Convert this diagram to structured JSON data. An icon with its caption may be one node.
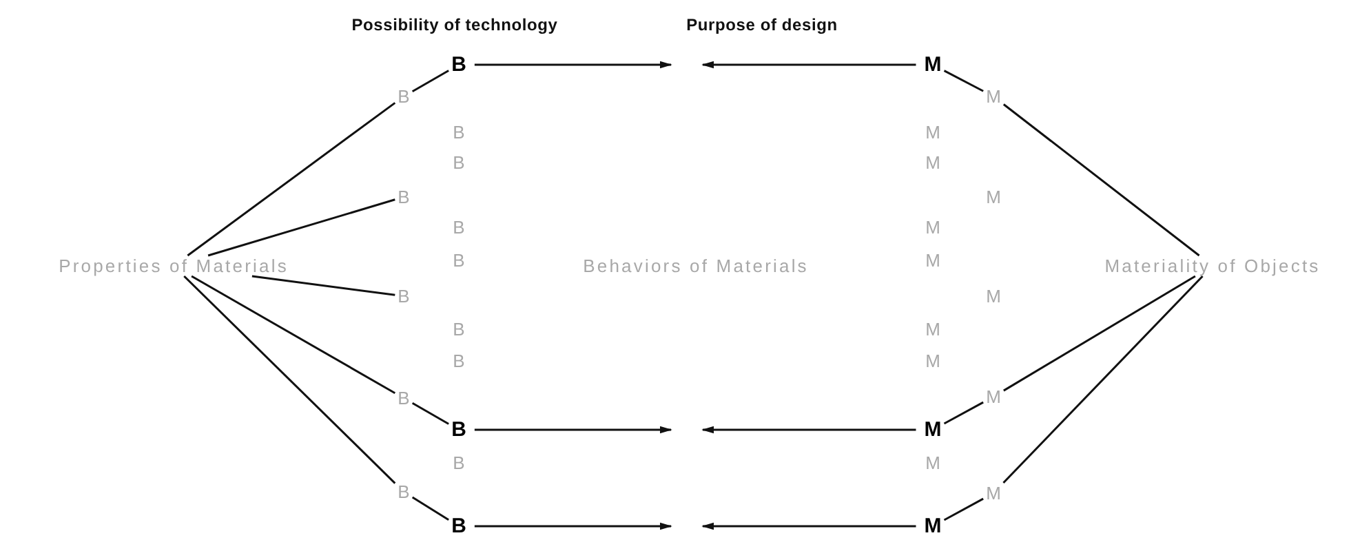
{
  "diagram": {
    "nodes": [
      {
        "text": [
          "Properties of Materials"
        ]
      },
      {
        "text": [
          "B"
        ]
      },
      {
        "text": [
          "B"
        ]
      },
      {
        "text": [
          "B"
        ]
      },
      {
        "text": [
          "B"
        ]
      },
      {
        "text": [
          "B"
        ]
      },
      {
        "text": [
          "B"
        ]
      },
      {
        "text": [
          "B"
        ]
      },
      {
        "text": [
          "B"
        ]
      },
      {
        "text": [
          "B"
        ]
      },
      {
        "text": [
          "B"
        ]
      },
      {
        "text": [
          "B"
        ]
      },
      {
        "text": [
          "B"
        ]
      },
      {
        "text": [
          "B"
        ]
      },
      {
        "text": [
          "B"
        ]
      },
      {
        "text": [
          "B"
        ]
      },
      {
        "text": [
          "Behaviors of Materials"
        ]
      },
      {
        "text": [
          "M"
        ]
      },
      {
        "text": [
          "M"
        ]
      },
      {
        "text": [
          "M"
        ]
      },
      {
        "text": [
          "M"
        ]
      },
      {
        "text": [
          "M"
        ]
      },
      {
        "text": [
          "M"
        ]
      },
      {
        "text": [
          "M"
        ]
      },
      {
        "text": [
          "M"
        ]
      },
      {
        "text": [
          "M"
        ]
      },
      {
        "text": [
          "M"
        ]
      },
      {
        "text": [
          "M"
        ]
      },
      {
        "text": [
          "M"
        ]
      },
      {
        "text": [
          "M"
        ]
      },
      {
        "text": [
          "M"
        ]
      },
      {
        "text": [
          "M"
        ]
      },
      {
        "text": [
          "Materiality of Objects"
        ]
      }
    ],
    "edges": [
      {
        "from": 0,
        "to": 1,
        "arrow": "none"
      },
      {
        "from": 0,
        "to": 2,
        "arrow": "none"
      },
      {
        "from": 0,
        "to": 3,
        "arrow": "none"
      },
      {
        "from": 0,
        "to": 4,
        "arrow": "none"
      },
      {
        "from": 0,
        "to": 5,
        "arrow": "none"
      },
      {
        "from": 1,
        "to": 6,
        "arrow": "none"
      },
      {
        "from": 4,
        "to": 13,
        "arrow": "none"
      },
      {
        "from": 5,
        "to": 15,
        "arrow": "none"
      },
      {
        "from": 6,
        "to": null,
        "arrow": "to"
      },
      {
        "from": 13,
        "to": null,
        "arrow": "to"
      },
      {
        "from": 15,
        "to": null,
        "arrow": "to"
      },
      {
        "from": 17,
        "to": null,
        "arrow": "to"
      },
      {
        "from": 24,
        "to": null,
        "arrow": "to"
      },
      {
        "from": 26,
        "to": null,
        "arrow": "to"
      },
      {
        "from": 17,
        "to": 27,
        "arrow": "none"
      },
      {
        "from": 24,
        "to": 30,
        "arrow": "none"
      },
      {
        "from": 26,
        "to": 31,
        "arrow": "none"
      },
      {
        "from": 27,
        "to": 32,
        "arrow": "none"
      },
      {
        "from": 30,
        "to": 32,
        "arrow": "none"
      },
      {
        "from": 31,
        "to": 32,
        "arrow": "none"
      }
    ],
    "labels": [
      "Possibility of technology",
      "Purpose of design"
    ]
  }
}
